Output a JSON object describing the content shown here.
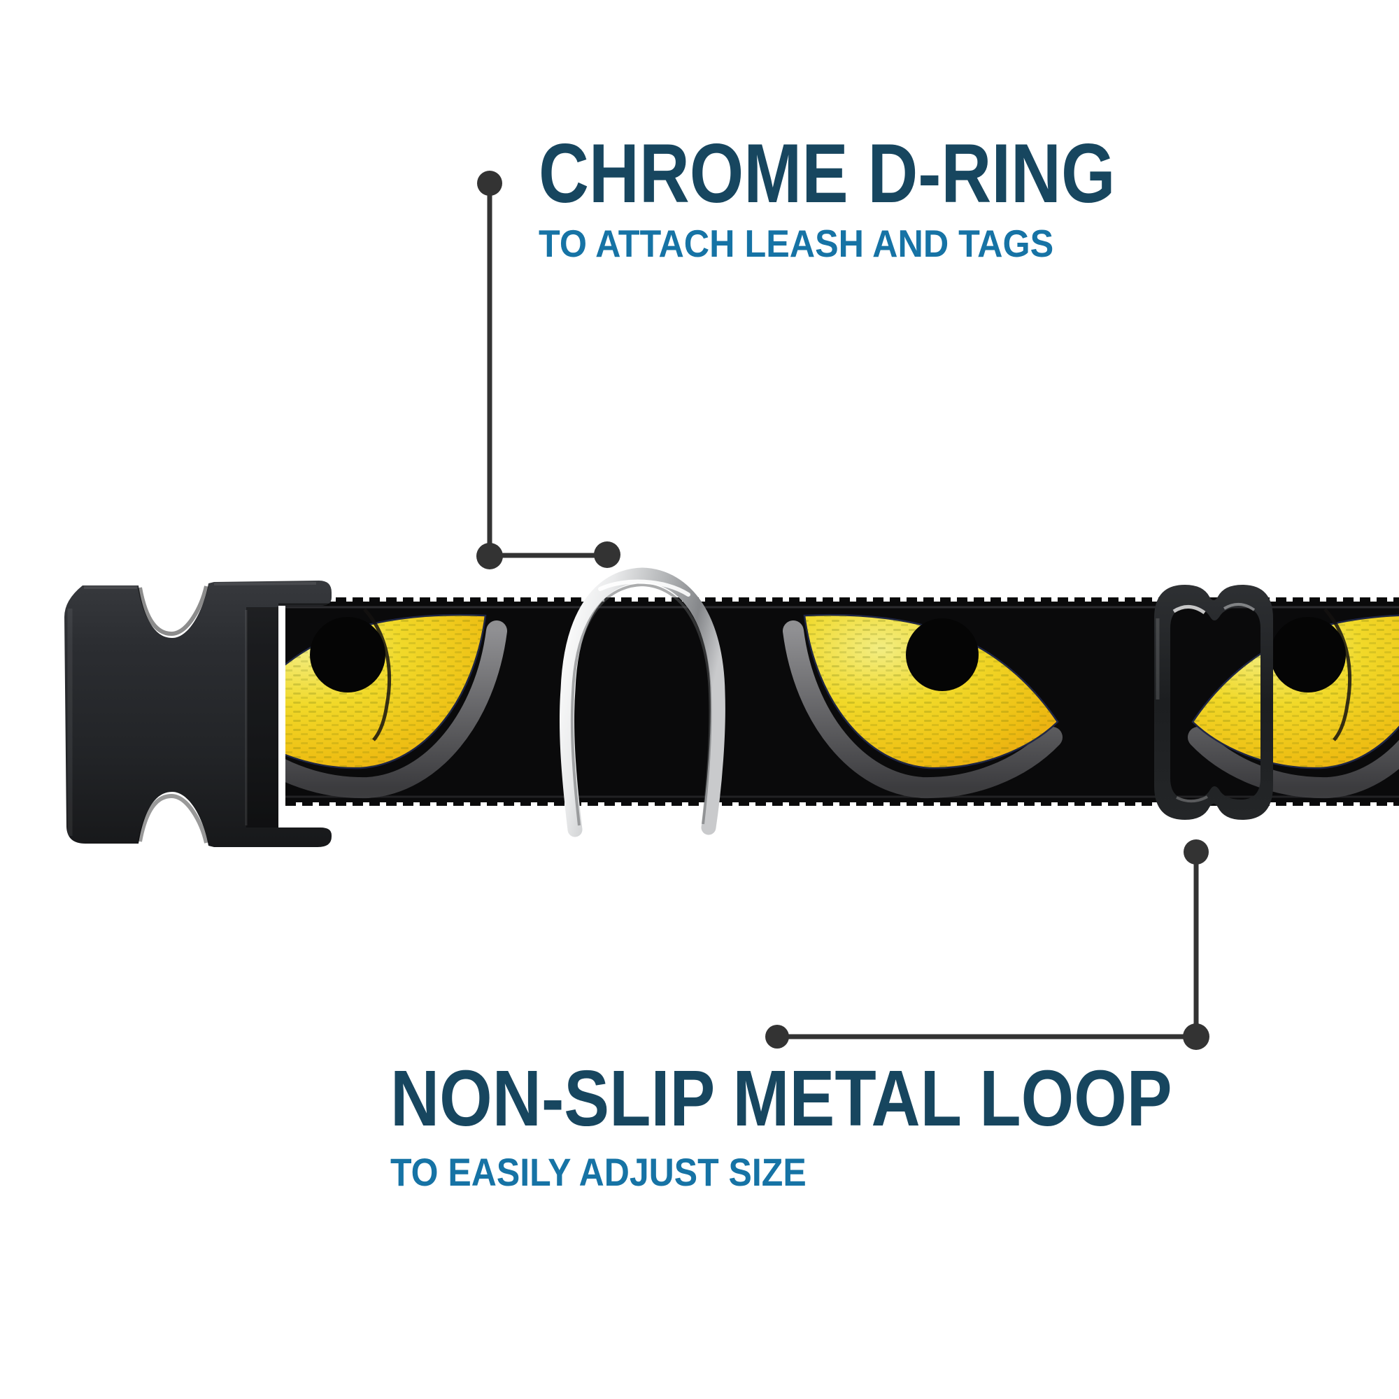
{
  "callouts": {
    "d_ring": {
      "title": "CHROME D-RING",
      "subtitle": "TO ATTACH LEASH AND TAGS"
    },
    "metal_loop": {
      "title": "NON-SLIP METAL LOOP",
      "subtitle": "TO EASILY ADJUST SIZE"
    }
  },
  "colors": {
    "background": "#ffffff",
    "title_text": "#17465f",
    "subtitle_text": "#1673a5",
    "callout_line": "#333333",
    "webbing_black": "#0a0a0b",
    "eye_yellow": "#f6de2a",
    "eye_orange": "#ec9c10",
    "plastic_black": "#26282b",
    "chrome_silver": "#d9dadc"
  }
}
